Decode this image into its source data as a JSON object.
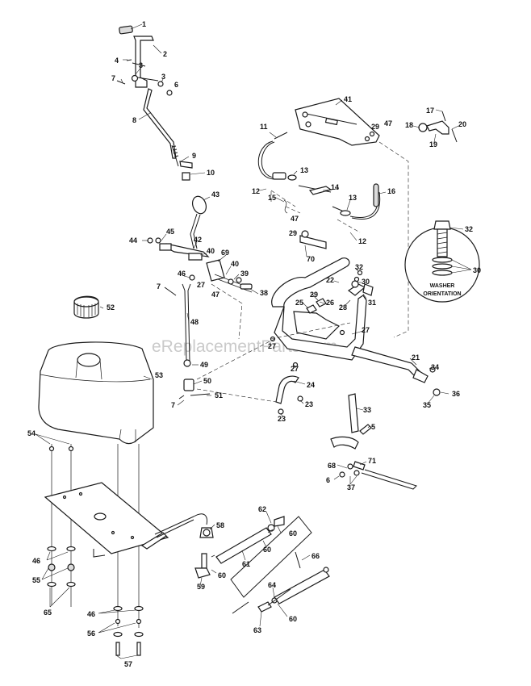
{
  "watermark": "eReplacementParts.com",
  "inset": {
    "line1": "WASHER",
    "line2": "ORIENTATION"
  },
  "callouts": [
    "1",
    "2",
    "4",
    "3",
    "3",
    "6",
    "7",
    "8",
    "9",
    "10",
    "41",
    "29",
    "47",
    "17",
    "18",
    "20",
    "19",
    "11",
    "13",
    "12",
    "14",
    "15",
    "13",
    "16",
    "12",
    "47",
    "29",
    "43",
    "45",
    "44",
    "42",
    "40",
    "69",
    "40",
    "39",
    "46",
    "27",
    "47",
    "38",
    "7",
    "70",
    "32",
    "22",
    "30",
    "31",
    "28",
    "29",
    "26",
    "25",
    "27",
    "27",
    "48",
    "52",
    "53",
    "49",
    "50",
    "7",
    "51",
    "27",
    "24",
    "23",
    "23",
    "21",
    "34",
    "35",
    "36",
    "33",
    "5",
    "54",
    "68",
    "71",
    "6",
    "37",
    "58",
    "62",
    "60",
    "61",
    "60",
    "66",
    "60",
    "46",
    "55",
    "65",
    "59",
    "64",
    "63",
    "60",
    "46",
    "56",
    "57",
    "32",
    "30"
  ]
}
